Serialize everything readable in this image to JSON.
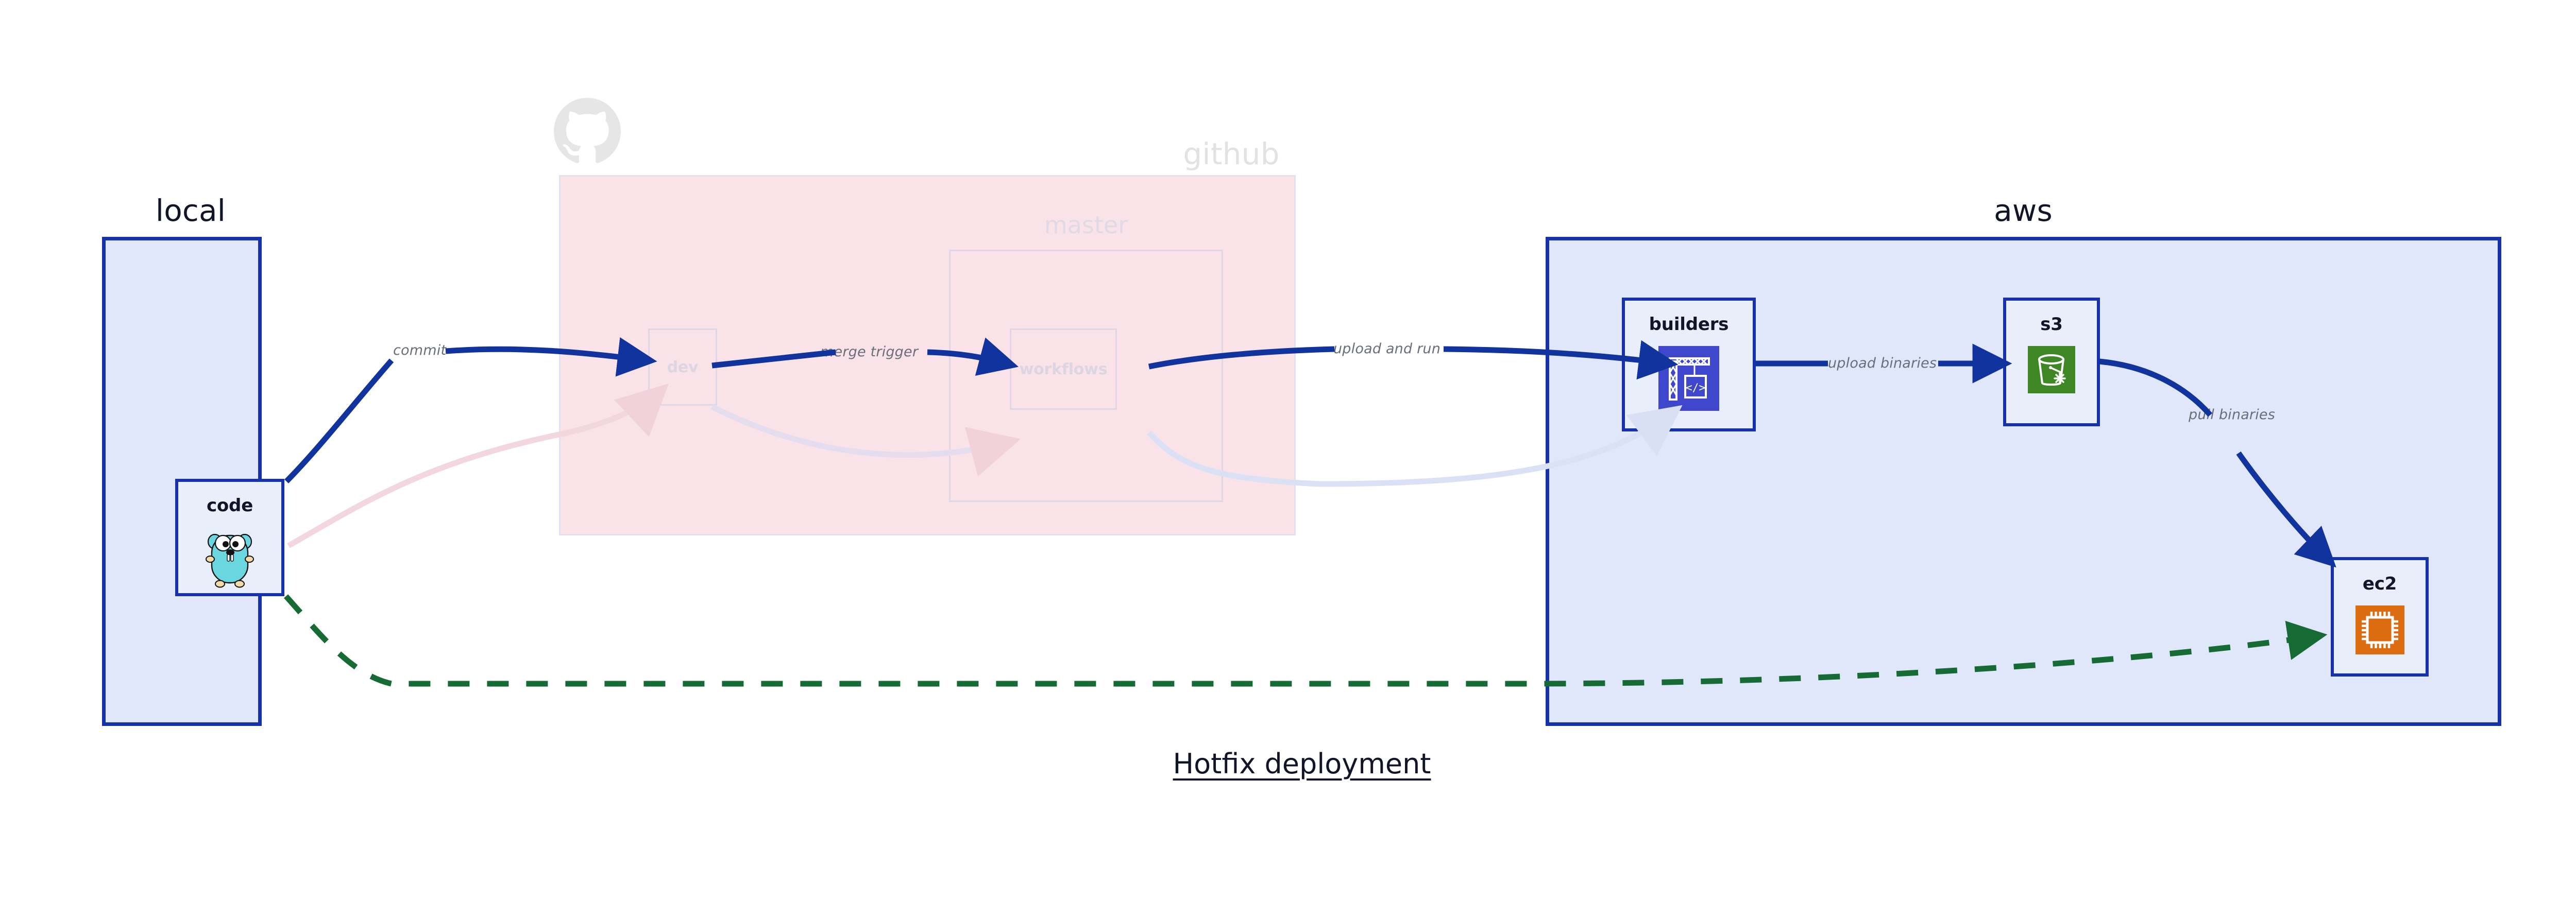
{
  "diagram": {
    "title": "Hotfix deployment",
    "background": "#ffffff"
  },
  "colors": {
    "group_border": "#1632ab",
    "group_fill": "#e1e7fa",
    "github_fill": "#f9e3e9",
    "node_fill": "#e9eefb",
    "edge_active": "#11339e",
    "edge_faded": "#d9dff4",
    "edge_faded_pink": "#f6dde4",
    "edge_dashed": "#1a7a3c",
    "label_text": "#6a6e7a",
    "title_text": "#121428",
    "ghost_text": "#dcd5e2",
    "aws_builders_icon": "#3f48cc",
    "aws_s3_icon": "#3f8624",
    "aws_ec2_icon": "#dd6b10",
    "gopher_body": "#69d6e0",
    "github_logo": "#e6e6e6"
  },
  "groups": [
    {
      "id": "local",
      "title": "local",
      "style": "solid-blue"
    },
    {
      "id": "github",
      "title": "github",
      "style": "faded-pink",
      "logo_icon": "github-octocat-icon",
      "subgroups": [
        {
          "id": "master",
          "title": "master"
        }
      ]
    },
    {
      "id": "aws",
      "title": "aws",
      "style": "solid-blue"
    }
  ],
  "nodes": [
    {
      "id": "code",
      "label": "code",
      "group": "local",
      "icon": "go-gopher-icon",
      "state": "active"
    },
    {
      "id": "dev",
      "label": "dev",
      "group": "github",
      "icon": "none",
      "state": "ghost"
    },
    {
      "id": "workflows",
      "label": "workflows",
      "group": "github",
      "icon": "none",
      "state": "ghost"
    },
    {
      "id": "builders",
      "label": "builders",
      "group": "aws",
      "icon": "aws-codebuild-icon",
      "state": "active"
    },
    {
      "id": "s3",
      "label": "s3",
      "group": "aws",
      "icon": "aws-s3-glacier-icon",
      "state": "active"
    },
    {
      "id": "ec2",
      "label": "ec2",
      "group": "aws",
      "icon": "aws-ec2-chip-icon",
      "state": "active"
    }
  ],
  "edges": [
    {
      "id": "commit",
      "label": "commit",
      "from": "code",
      "to": "dev",
      "style": "solid",
      "state": "active"
    },
    {
      "id": "merge-trigger",
      "label": "merge trigger",
      "from": "dev",
      "to": "workflows",
      "style": "solid",
      "state": "active"
    },
    {
      "id": "upload-and-run",
      "label": "upload and run",
      "from": "workflows",
      "to": "builders",
      "style": "solid",
      "state": "active"
    },
    {
      "id": "upload-binaries",
      "label": "upload binaries",
      "from": "builders",
      "to": "s3",
      "style": "solid",
      "state": "active"
    },
    {
      "id": "pull-binaries",
      "label": "pull binaries",
      "from": "s3",
      "to": "ec2",
      "style": "solid",
      "state": "active"
    },
    {
      "id": "hotfix-direct",
      "label": "",
      "from": "code",
      "to": "ec2",
      "style": "dashed",
      "state": "active"
    },
    {
      "id": "faded-code-dev",
      "label": "",
      "from": "code",
      "to": "dev",
      "style": "solid",
      "state": "faded"
    },
    {
      "id": "faded-dev-workflows",
      "label": "",
      "from": "dev",
      "to": "workflows",
      "style": "solid",
      "state": "faded"
    },
    {
      "id": "faded-workflows-build",
      "label": "",
      "from": "workflows",
      "to": "builders",
      "style": "solid",
      "state": "faded"
    }
  ]
}
